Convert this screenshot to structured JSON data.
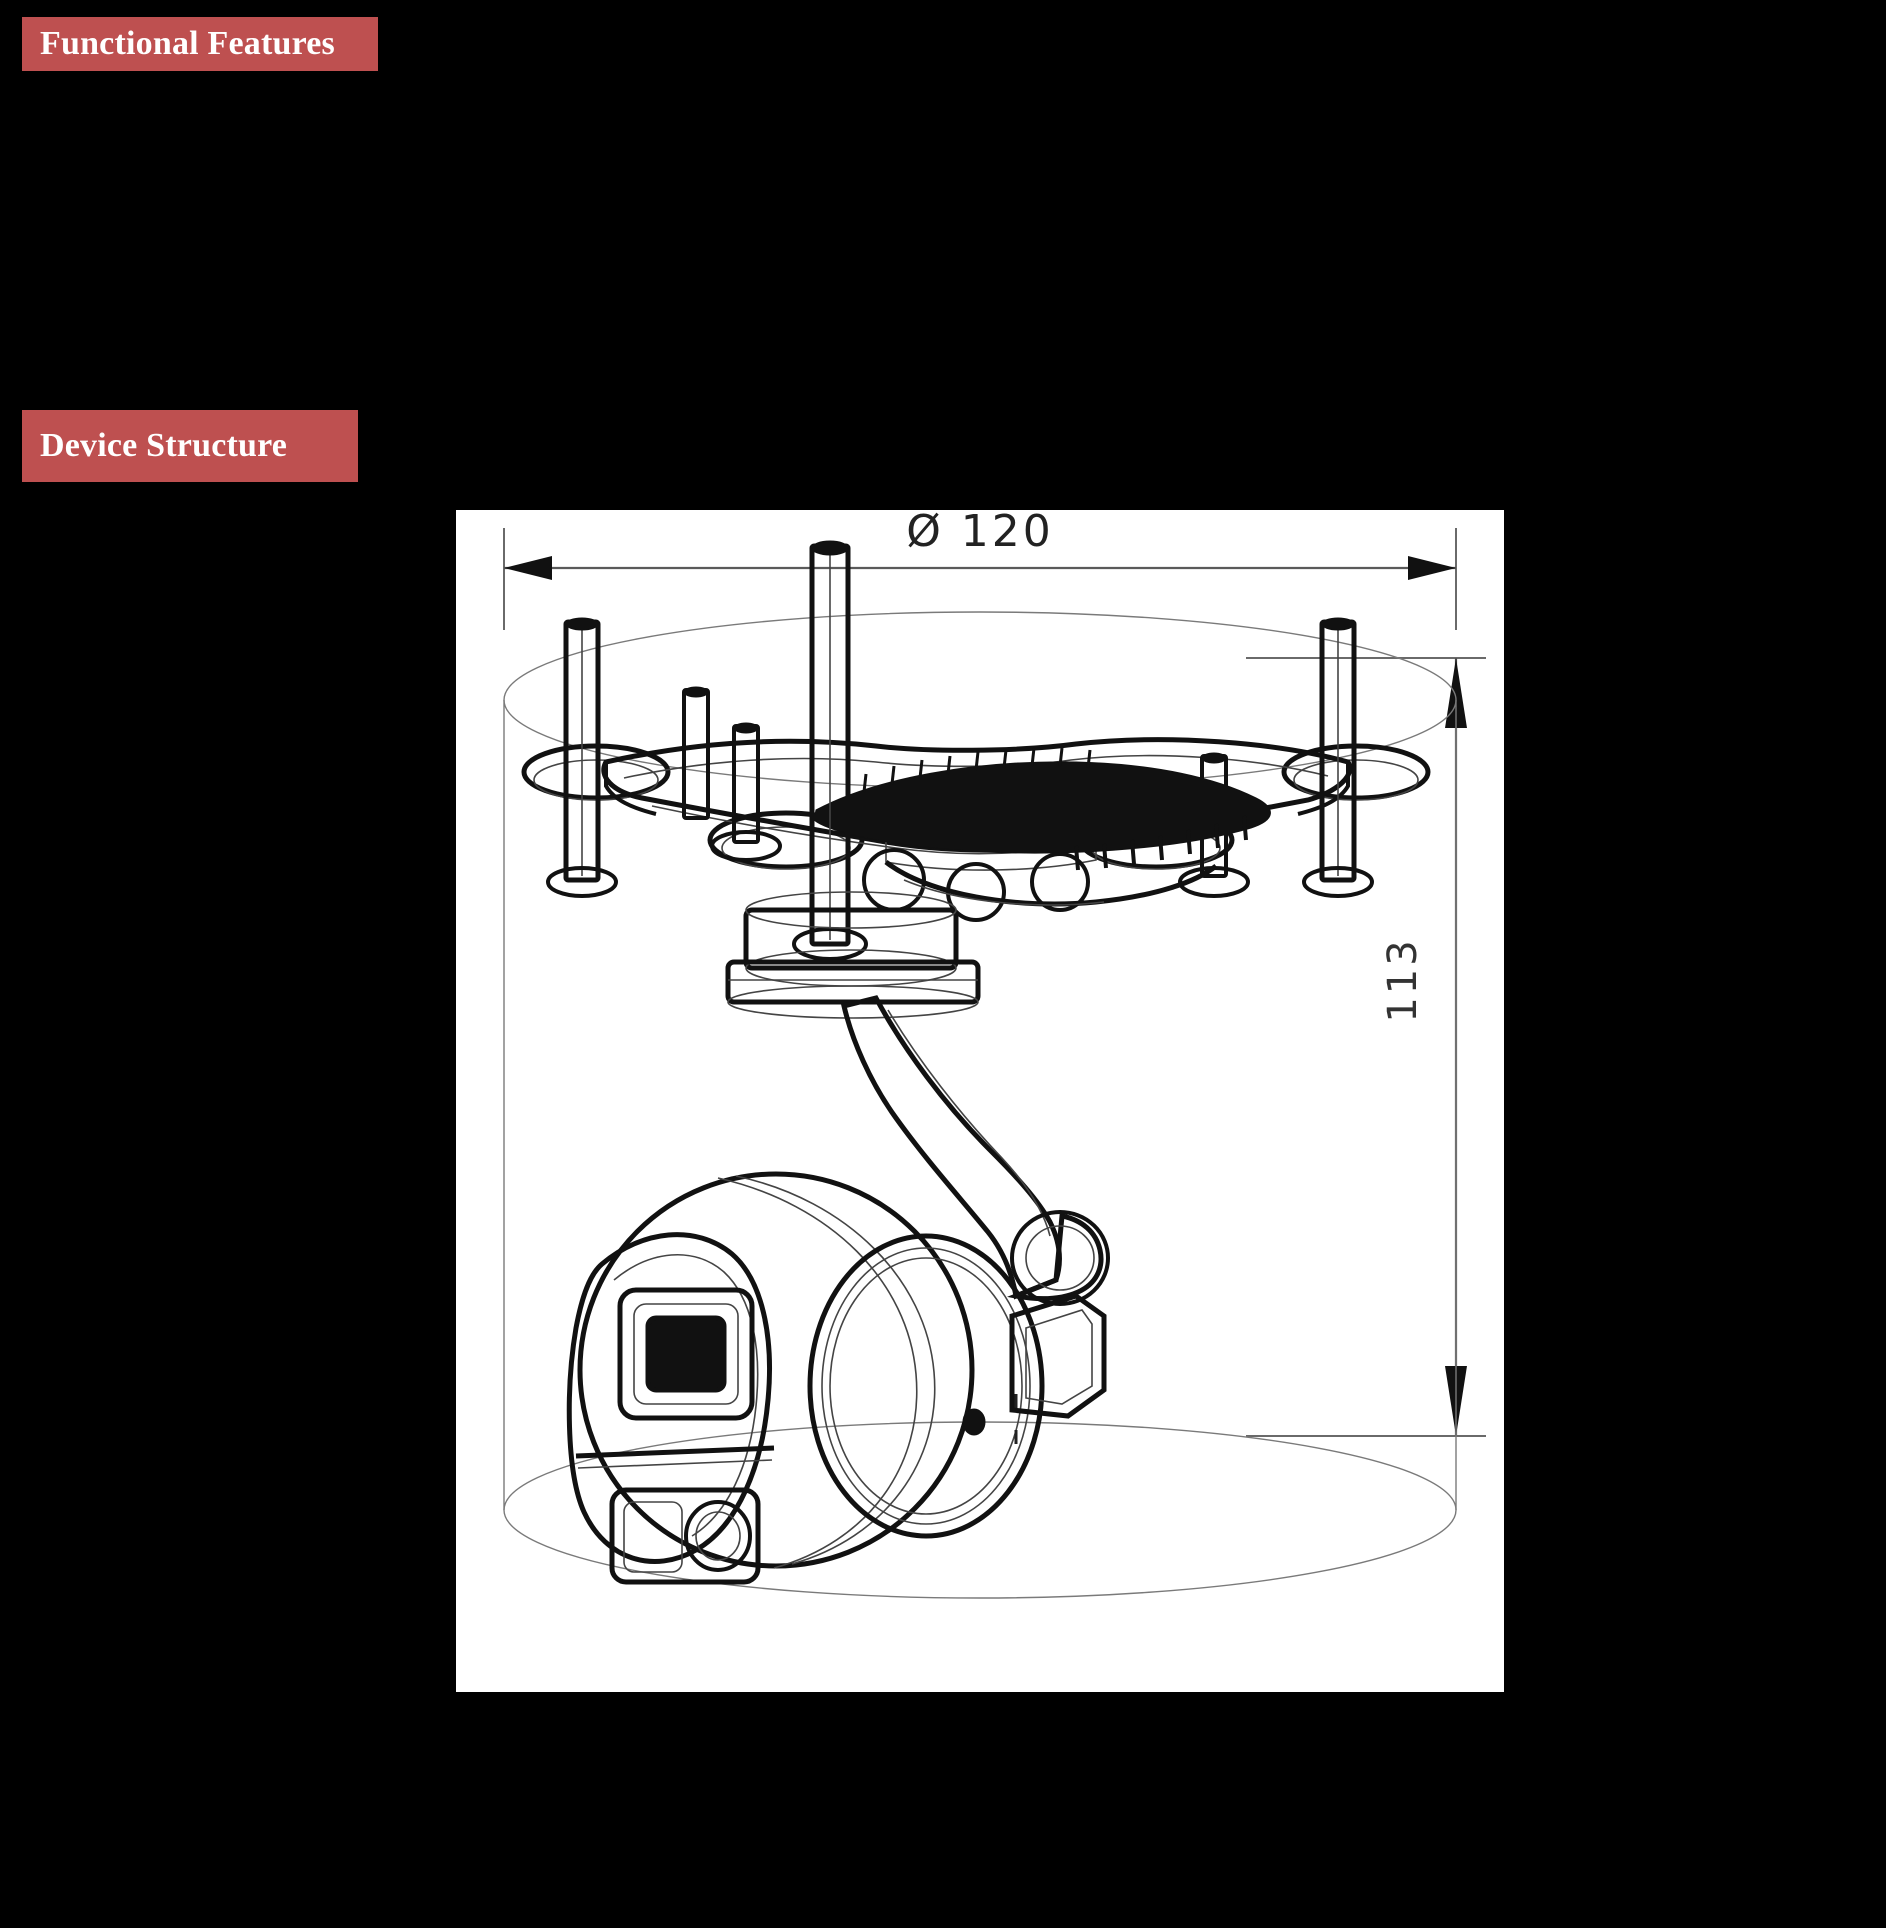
{
  "page": {
    "background_color": "#000000",
    "accent_color": "#BE5050"
  },
  "sections": [
    {
      "id": "functional-features",
      "title": "Functional Features"
    },
    {
      "id": "device-structure",
      "title": "Device Structure"
    }
  ],
  "drawing": {
    "panel_background": "#FFFFFF",
    "subject": "gimbal-camera-assembly",
    "dimensions": {
      "diameter": {
        "label": "Ø 120",
        "symbol": "Ø",
        "value": "120",
        "orientation": "horizontal",
        "position": "top"
      },
      "height": {
        "label": "113",
        "value": "113",
        "orientation": "vertical-rotated",
        "position": "right"
      }
    }
  }
}
